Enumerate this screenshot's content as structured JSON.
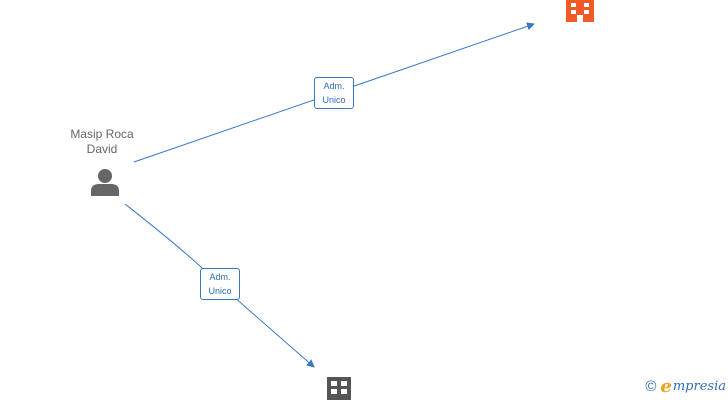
{
  "person": {
    "name_line1": "Masip Roca",
    "name_line2": "David"
  },
  "edges": [
    {
      "label_line1": "Adm.",
      "label_line2": "Unico"
    },
    {
      "label_line1": "Adm.",
      "label_line2": "Unico"
    }
  ],
  "colors": {
    "edge": "#3a78c3",
    "company_active": "#f05a28",
    "company_inactive": "#555555",
    "person_icon": "#666666"
  },
  "watermark": {
    "copyright_symbol": "©",
    "brand_initial": "e",
    "brand_rest": "mpresia"
  }
}
